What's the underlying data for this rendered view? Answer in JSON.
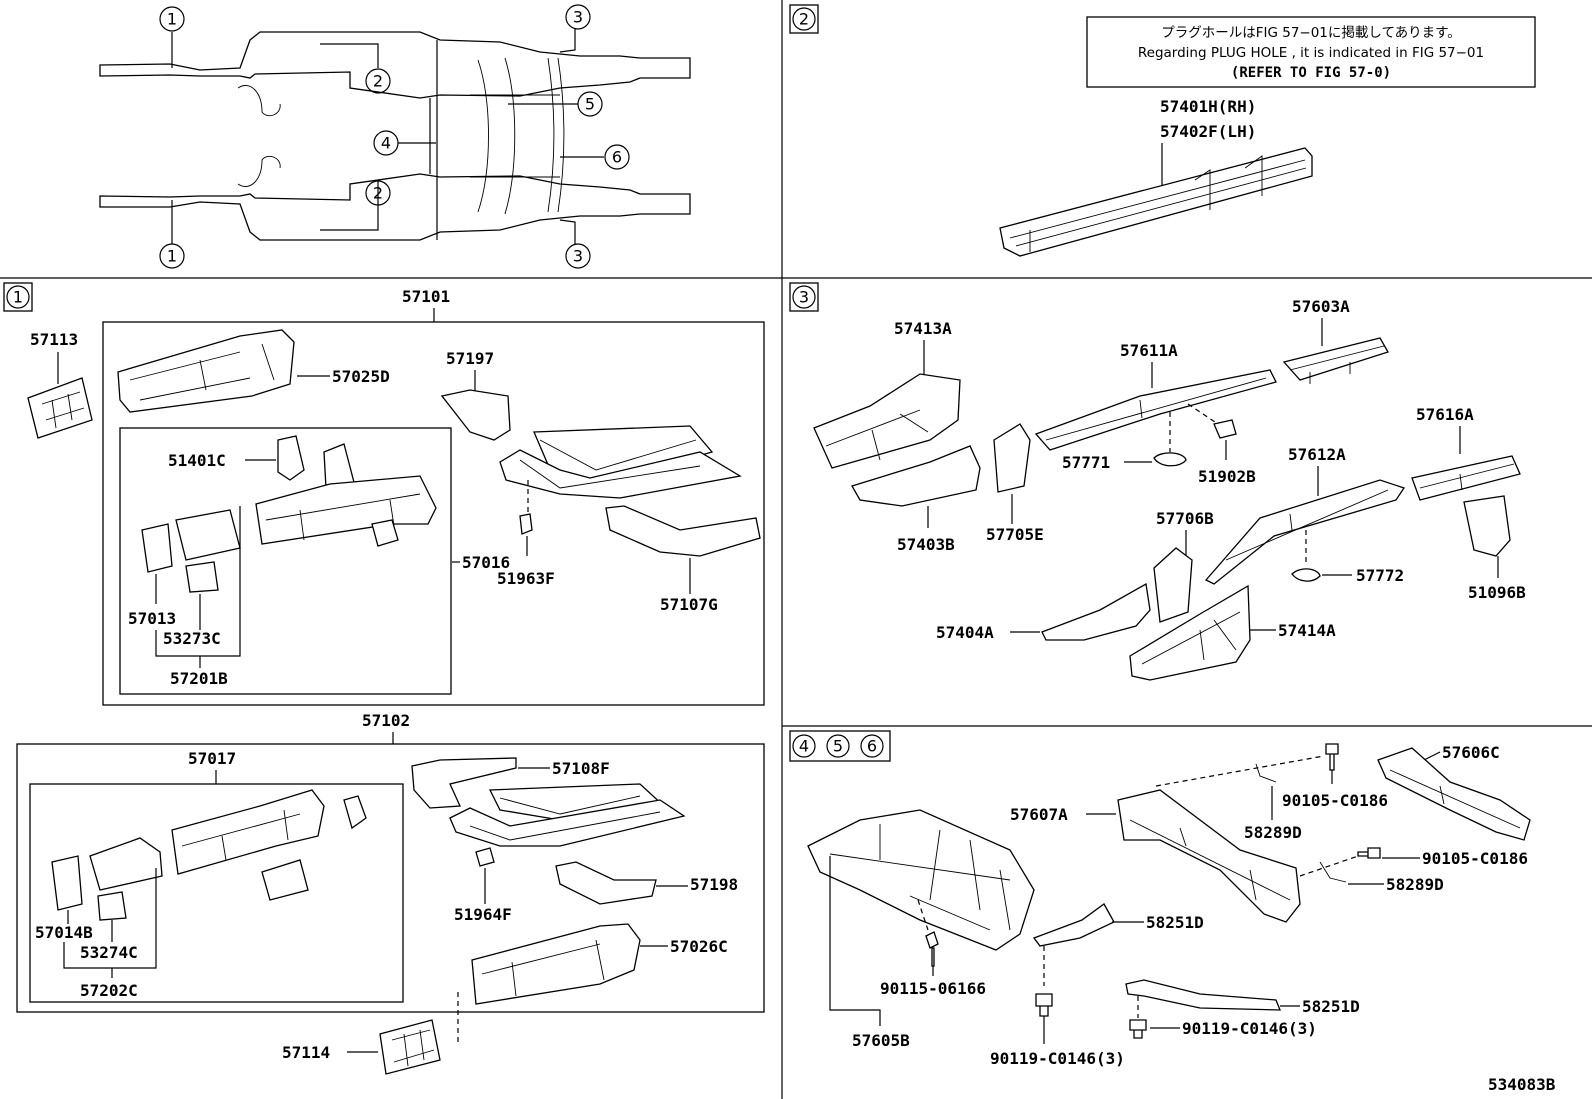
{
  "overview": {
    "callouts": [
      "1",
      "2",
      "3",
      "4",
      "5",
      "6",
      "2",
      "1",
      "3"
    ]
  },
  "sections": {
    "s1": {
      "tag": "1"
    },
    "s2": {
      "tag": "2"
    },
    "s3": {
      "tag": "3"
    },
    "s456": {
      "tags": [
        "4",
        "5",
        "6"
      ]
    }
  },
  "note": {
    "jp": "プラグホールはFIG 57−01に掲載してあります。",
    "en": "Regarding  PLUG  HOLE , it is indicated in FIG 57−01",
    "refer": "(REFER TO FIG 57-0)"
  },
  "parts": {
    "p57401H": "57401H(RH)",
    "p57402F": "57402F(LH)",
    "p57101": "57101",
    "p57113": "57113",
    "p57025D": "57025D",
    "p57197": "57197",
    "p51401C": "51401C",
    "p57016": "57016",
    "p51963F": "51963F",
    "p57107G": "57107G",
    "p57013": "57013",
    "p53273C": "53273C",
    "p57201B": "57201B",
    "p57102": "57102",
    "p57017": "57017",
    "p57108F": "57108F",
    "p57198": "57198",
    "p51964F": "51964F",
    "p57026C": "57026C",
    "p57014B": "57014B",
    "p53274C": "53274C",
    "p57202C": "57202C",
    "p57114": "57114",
    "p57413A": "57413A",
    "p57611A": "57611A",
    "p57603A": "57603A",
    "p57771": "57771",
    "p51902B": "51902B",
    "p57616A": "57616A",
    "p57403B": "57403B",
    "p57705E": "57705E",
    "p57612A": "57612A",
    "p57706B": "57706B",
    "p57772": "57772",
    "p51096B": "51096B",
    "p57404A": "57404A",
    "p57414A": "57414A",
    "p57606C": "57606C",
    "p90105a": "90105-C0186",
    "p57607A": "57607A",
    "p58289Da": "58289D",
    "p90105b": "90105-C0186",
    "p58289Db": "58289D",
    "p58251Da": "58251D",
    "p90115": "90115-06166",
    "p58251Db": "58251D",
    "p90119a": "90119-C0146(3)",
    "p57605B": "57605B",
    "p90119b": "90119-C0146(3)"
  },
  "figure_id": "534083B"
}
